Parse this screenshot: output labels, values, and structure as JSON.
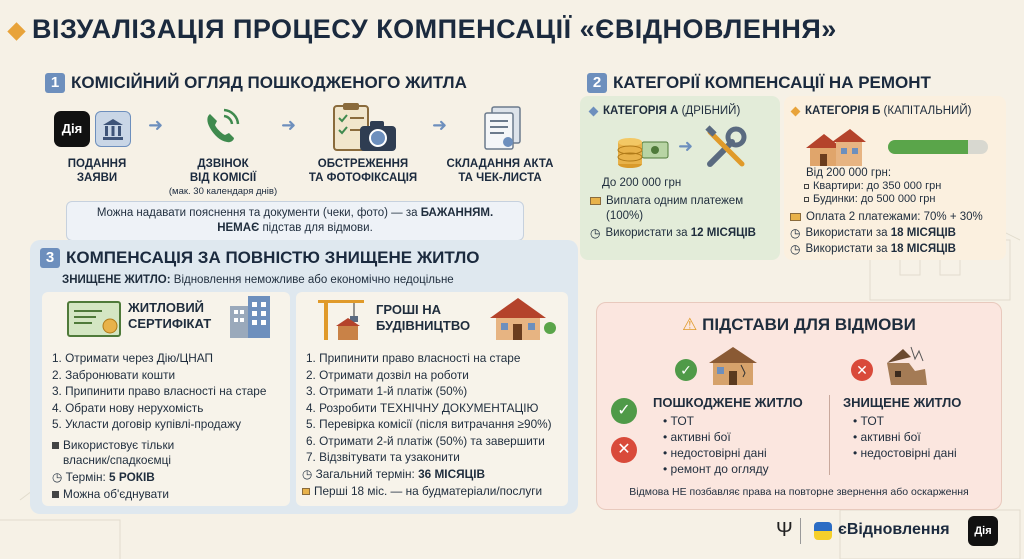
{
  "title": "ВІЗУАЛІЗАЦІЯ ПРОЦЕСУ КОМПЕНСАЦІЇ «ЄВІДНОВЛЕННЯ»",
  "s1": {
    "num": "1",
    "heading": "КОМІСІЙНИЙ ОГЛЯД ПОШКОДЖЕНОГО ЖИТЛА",
    "diia_logo": "Дія",
    "steps": [
      {
        "label1": "ПОДАННЯ",
        "label2": "ЗАЯВИ"
      },
      {
        "label1": "ДЗВІНОК",
        "label2": "ВІД КОМІСІЇ",
        "sub": "(мак. 30 календаря днів)"
      },
      {
        "label1": "ОБСТРЕЖЕННЯ",
        "label2": "ТА ФОТОФІКСАЦІЯ"
      },
      {
        "label1": "СКЛАДАННЯ АКТА",
        "label2": "ТА ЧЕК-ЛИСТА"
      }
    ],
    "note_a": "Можна надавати пояснення та документи (чеки, фото) — за ",
    "note_b": "БАЖАННЯМ.",
    "note_c": "НЕМАЄ",
    "note_d": " підстав для відмови."
  },
  "s2": {
    "num": "2",
    "heading": "КАТЕГОРІЇ КОМПЕНСАЦІЇ НА РЕМОНТ",
    "catA": {
      "title_b": "КАТЕГОРІЯ А",
      "title_r": " (ДРІБНИЙ)",
      "amount": "До 200 000 грн",
      "pay": "Виплата одним платежем (100%)",
      "use_a": "Використати за ",
      "use_b": "12 МІСЯЦІВ"
    },
    "catB": {
      "title_b": "КАТЕГОРІЯ Б",
      "title_r": " (КАПІТАЛЬНИЙ)",
      "amount": "Від 200 000 грн:",
      "flats": "Квартири: до 350 000 грн",
      "houses": "Будинки: до 500 000 грн",
      "pay": "Оплата 2 платежами: 70% + 30%",
      "use1_a": "Використати за ",
      "use1_b": "18 МІСЯЦІВ",
      "use2_a": "Використати за ",
      "use2_b": "18 МІСЯЦІВ"
    }
  },
  "s3": {
    "num": "3",
    "heading": "КОМПЕНСАЦІЯ ЗА ПОВНІСТЮ ЗНИЩЕНЕ ЖИТЛО",
    "sub_b": "ЗНИЩЕНЕ ЖИТЛО:",
    "sub_r": " Відновлення неможливе або економічно недоцільне",
    "left": {
      "title1": "ЖИТЛОВИЙ",
      "title2": "СЕРТИФІКАТ",
      "items": [
        "1. Отримати через Дію/ЦНАП",
        "2. Забронювати кошти",
        "3. Припинити право власності на старе",
        "4. Обрати нову нерухомість",
        "5. Укласти договір купівлі-продажу"
      ],
      "note1": "Використовує тільки",
      "note2": "власник/спадкоємці",
      "term_a": "Термін: ",
      "term_b": "5 РОКІВ",
      "combine": "Можна об'єднувати"
    },
    "right": {
      "title1": "ГРОШІ НА",
      "title2": "БУДІВНИЦТВО",
      "items": [
        "1. Припинити право власності на старе",
        "2. Отримати дозвіл на роботи",
        "3. Отримати 1-й платіж (50%)",
        "4. Розробити ТЕХНІЧНУ ДОКУМЕНТАЦІЮ",
        "5. Перевірка комісії (після витрачання ≥90%)",
        "6. Отримати 2-й платіж (50%) та завершити",
        "7. Відзвітувати та узаконити"
      ],
      "term_a": "Загальний термін: ",
      "term_b": "36 МІСЯЦІВ",
      "first": "Перші 18 міс. — на будматеріали/послуги"
    }
  },
  "refusal": {
    "heading": "ПІДСТАВИ ДЛЯ ВІДМОВИ",
    "damaged": {
      "title": "ПОШКОДЖЕНЕ ЖИТЛО",
      "items": [
        "ТОТ",
        "активні бої",
        "недостовірні дані",
        "ремонт до огляду"
      ]
    },
    "destroyed": {
      "title": "ЗНИЩЕНЕ ЖИТЛО",
      "items": [
        "ТОТ",
        "активні бої",
        "недостовірні дані"
      ]
    },
    "footer": "Відмова НЕ позбавляє права на повторне звернення або оскарження"
  },
  "brand": {
    "name": "єВідновлення",
    "diia": "Дія"
  },
  "colors": {
    "accent": "#e8a33a",
    "num_badge": "#6d8fbd",
    "catA_bg": "#e3ecd9",
    "catB_bg": "#fbf0df",
    "s3_bg": "#dfe8ef",
    "refusal_bg": "#fbe6df"
  }
}
